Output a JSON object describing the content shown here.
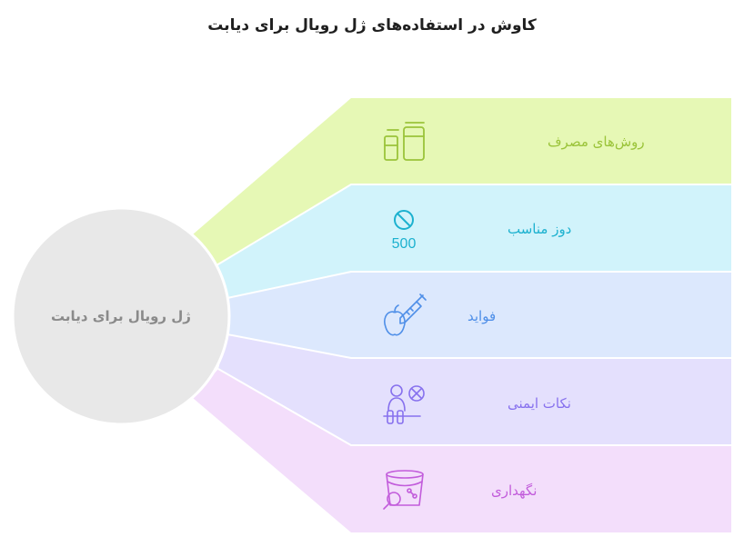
{
  "title": "کاوش در استفاده‌های ژل رویال برای دیابت",
  "center": {
    "label": "ژل رویال برای دیابت"
  },
  "segments": [
    {
      "label": "روش‌های مصرف",
      "icon": "containers-icon",
      "fill": "#e6f8b5",
      "accent": "#9bc43a"
    },
    {
      "label": "دوز مناسب",
      "icon": "dosage-500-icon",
      "fill": "#d1f3fb",
      "accent": "#1cb1cf"
    },
    {
      "label": "فواید",
      "icon": "apple-syringe-icon",
      "fill": "#dce8fd",
      "accent": "#4f8fe8"
    },
    {
      "label": "نکات ایمنی",
      "icon": "person-no-icon",
      "fill": "#e4e0fd",
      "accent": "#8771ee"
    },
    {
      "label": "نگهداری",
      "icon": "bucket-search-icon",
      "fill": "#f3defb",
      "accent": "#c25cdb"
    }
  ],
  "icon_texts": {
    "dose": "500"
  }
}
